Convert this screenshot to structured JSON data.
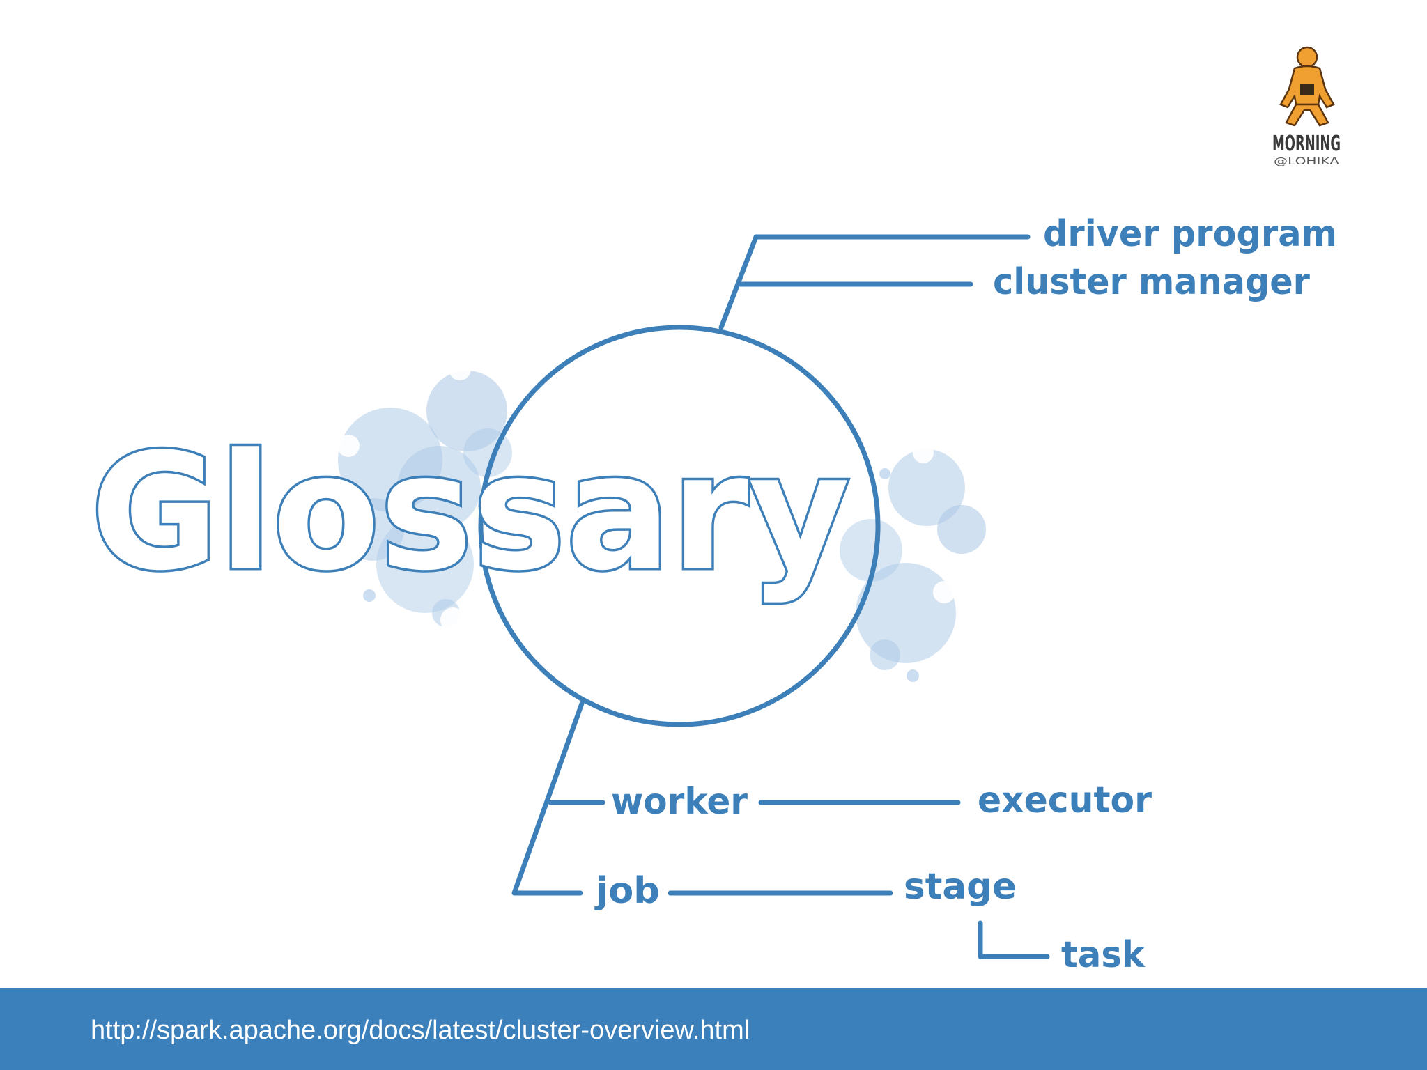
{
  "logo": {
    "name": "MORNING",
    "subtitle": "@LOHIKA",
    "icon": "person-squatting-icon"
  },
  "diagram": {
    "title": "Glossary",
    "terms": {
      "driver_program": "driver program",
      "cluster_manager": "cluster manager",
      "worker": "worker",
      "executor": "executor",
      "job": "job",
      "stage": "stage",
      "task": "task"
    },
    "colors": {
      "line": "#3d7fb8",
      "bubbles": "#a9c7e6"
    }
  },
  "footer": {
    "link_text": "http://spark.apache.org/docs/latest/cluster-overview.html",
    "background": "#3b80bb"
  }
}
